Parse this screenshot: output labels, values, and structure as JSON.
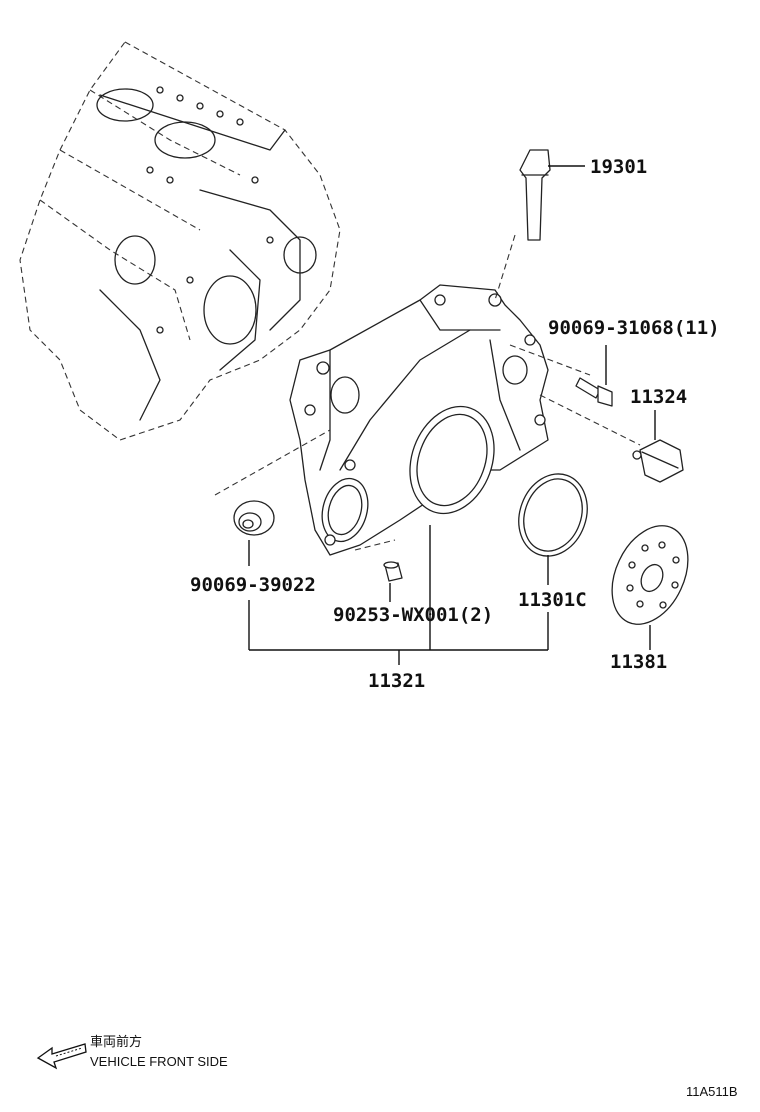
{
  "parts": {
    "p19301": "19301",
    "p90069_31068": "90069-31068(11)",
    "p11324": "11324",
    "p90069_39022": "90069-39022",
    "p90253": "90253-WX001(2)",
    "p11301C": "11301C",
    "p11381": "11381",
    "p11321": "11321"
  },
  "direction": {
    "jp": "車両前方",
    "en": "VEHICLE FRONT SIDE",
    "icon": "arrow-left-icon"
  },
  "figure_code": "11A511B"
}
